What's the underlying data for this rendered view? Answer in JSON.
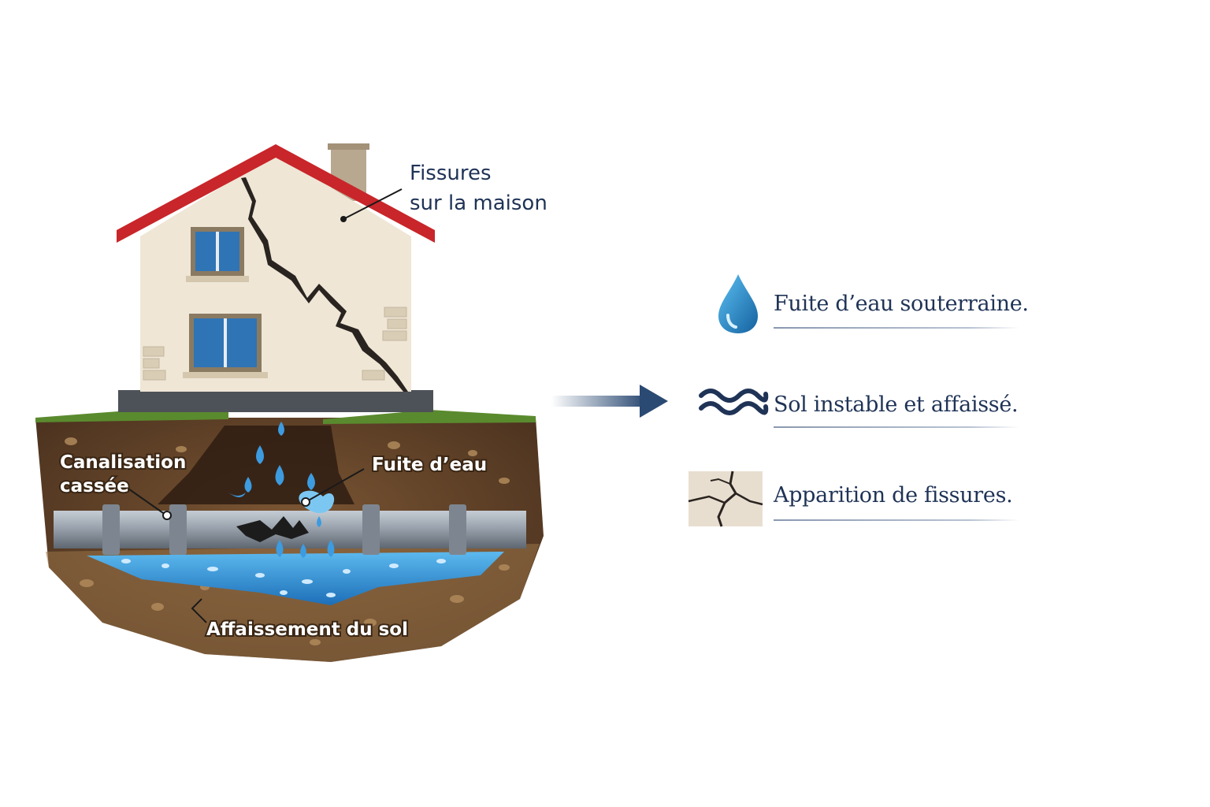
{
  "callouts": {
    "house_cracks_line1": "Fissures",
    "house_cracks_line2": "sur la maison",
    "broken_pipe_line1": "Canalisation",
    "broken_pipe_line2": "cassée",
    "water_leak": "Fuite d’eau",
    "ground_sinking": "Affaissement du sol"
  },
  "legend": [
    {
      "icon": "water-drop-icon",
      "text": "Fuite d’eau souterraine."
    },
    {
      "icon": "waves-icon",
      "text": "Sol instable et affaissé."
    },
    {
      "icon": "cracked-wall-icon",
      "text": "Apparition de fissures."
    }
  ],
  "colors": {
    "roof": "#c8262a",
    "wall": "#efe6d6",
    "window": "#2f74b5",
    "soil": "#6b4a2c",
    "water": "#4aa6e0",
    "pipe": "#8e96a1",
    "text": "#1f3356",
    "arrow": "#2b4a73"
  }
}
